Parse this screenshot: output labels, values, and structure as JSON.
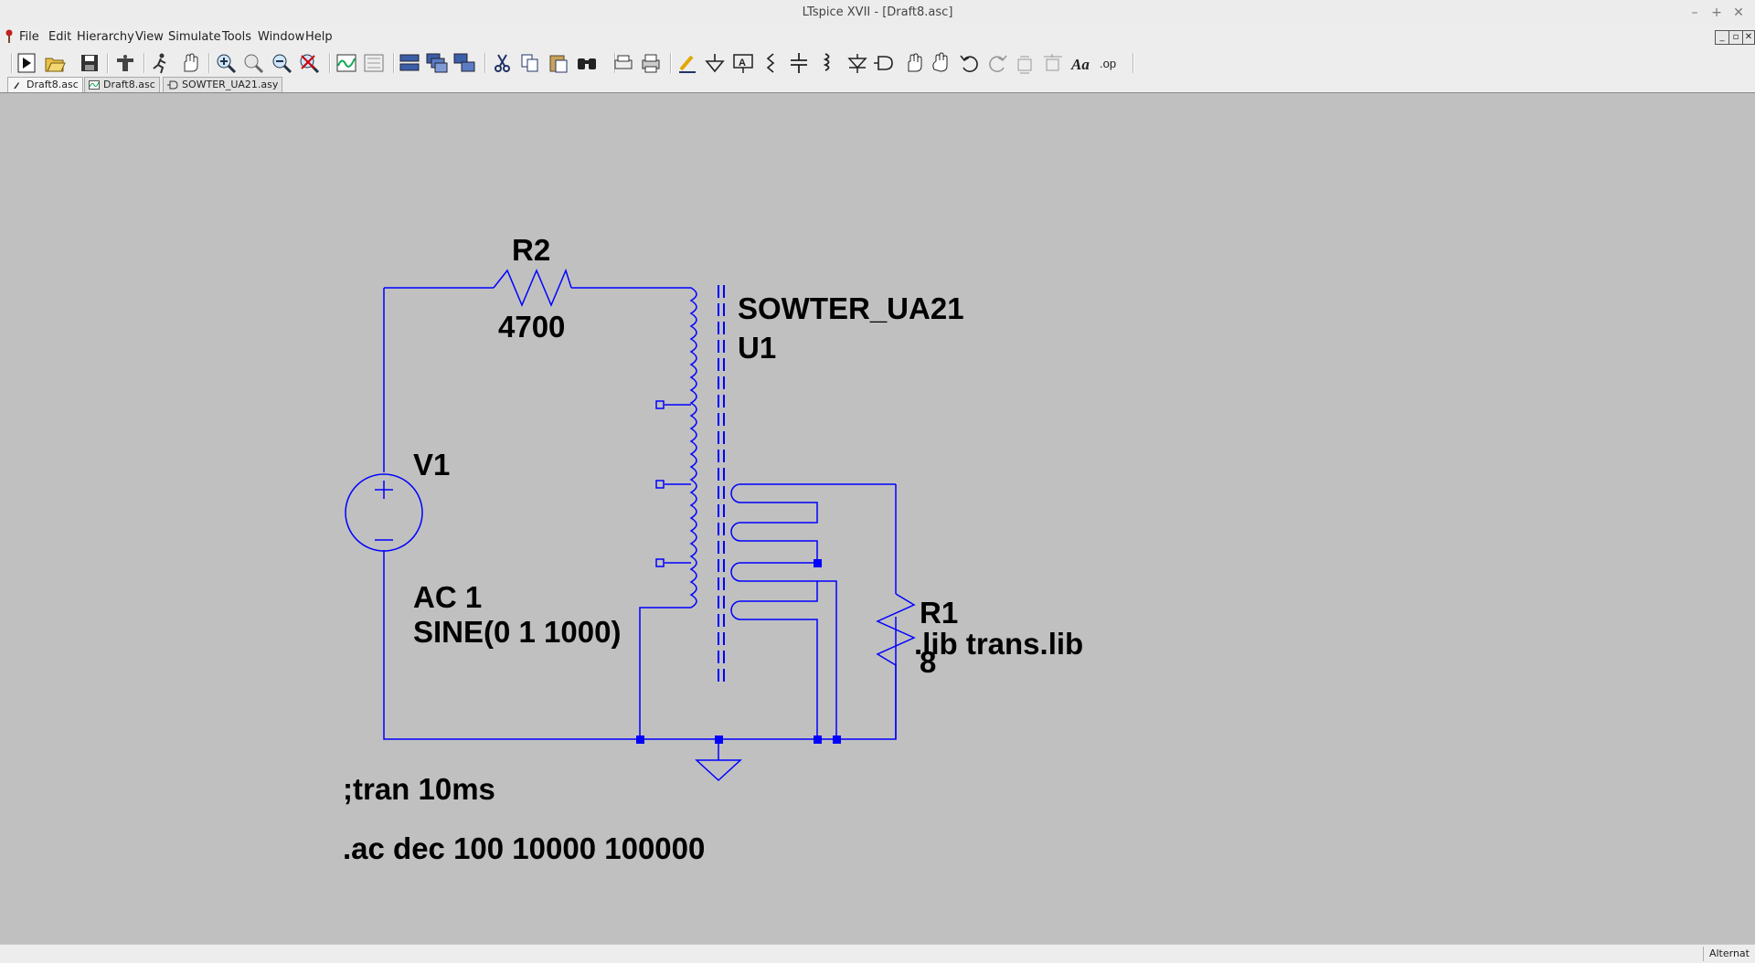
{
  "window": {
    "title": "LTspice XVII - [Draft8.asc]",
    "controls": {
      "minimize": "–",
      "maximize": "+",
      "close": "✕"
    }
  },
  "menu": {
    "items": [
      {
        "label": "File",
        "key": "file"
      },
      {
        "label": "Edit",
        "key": "edit"
      },
      {
        "label": "Hierarchy",
        "key": "hierarchy"
      },
      {
        "label": "View",
        "key": "view"
      },
      {
        "label": "Simulate",
        "key": "simulate"
      },
      {
        "label": "Tools",
        "key": "tools"
      },
      {
        "label": "Window",
        "key": "window"
      },
      {
        "label": "Help",
        "key": "help"
      }
    ]
  },
  "toolbar": {
    "icons": [
      "run-icon",
      "open-icon",
      "save-icon",
      "control-panel-icon",
      "halt-icon",
      "pan-icon",
      "zoom-in-icon",
      "zoom-full-icon",
      "zoom-out-icon",
      "zoom-fit-icon",
      "plot-icon",
      "plot-settings-icon",
      "tile-icon",
      "cascade-icon",
      "arrange-icon",
      "cut-icon",
      "copy-icon",
      "paste-icon",
      "find-icon",
      "print-preview-icon",
      "print-icon",
      "wire-icon",
      "ground-icon",
      "label-net-icon",
      "resistor-icon",
      "capacitor-icon",
      "inductor-icon",
      "diode-icon",
      "component-icon",
      "move-icon",
      "drag-icon",
      "undo-icon",
      "redo-icon",
      "rotate-icon",
      "mirror-icon",
      "text-icon",
      "spice-directive-icon"
    ],
    "text_label": "Aa",
    "op_label": ".op"
  },
  "tabs": [
    {
      "label": "Draft8.asc",
      "active": true
    },
    {
      "label": "Draft8.asc",
      "active": false
    },
    {
      "label": "SOWTER_UA21.asy",
      "active": false
    }
  ],
  "schematic": {
    "r2": {
      "name": "R2",
      "value": "4700"
    },
    "transformer": {
      "name": "SOWTER_UA21",
      "ref": "U1"
    },
    "v1": {
      "name": "V1",
      "value1": "AC 1",
      "value2": "SINE(0 1 1000)"
    },
    "r1": {
      "name": "R1",
      "value": "8"
    },
    "lib_directive": ".lib trans.lib",
    "tran_directive": ";tran 10ms",
    "ac_directive": ".ac dec 100 10000 100000",
    "wire_color": "#0000ff",
    "canvas_color": "#c0c0c0"
  },
  "status": {
    "text": "Alternat"
  }
}
